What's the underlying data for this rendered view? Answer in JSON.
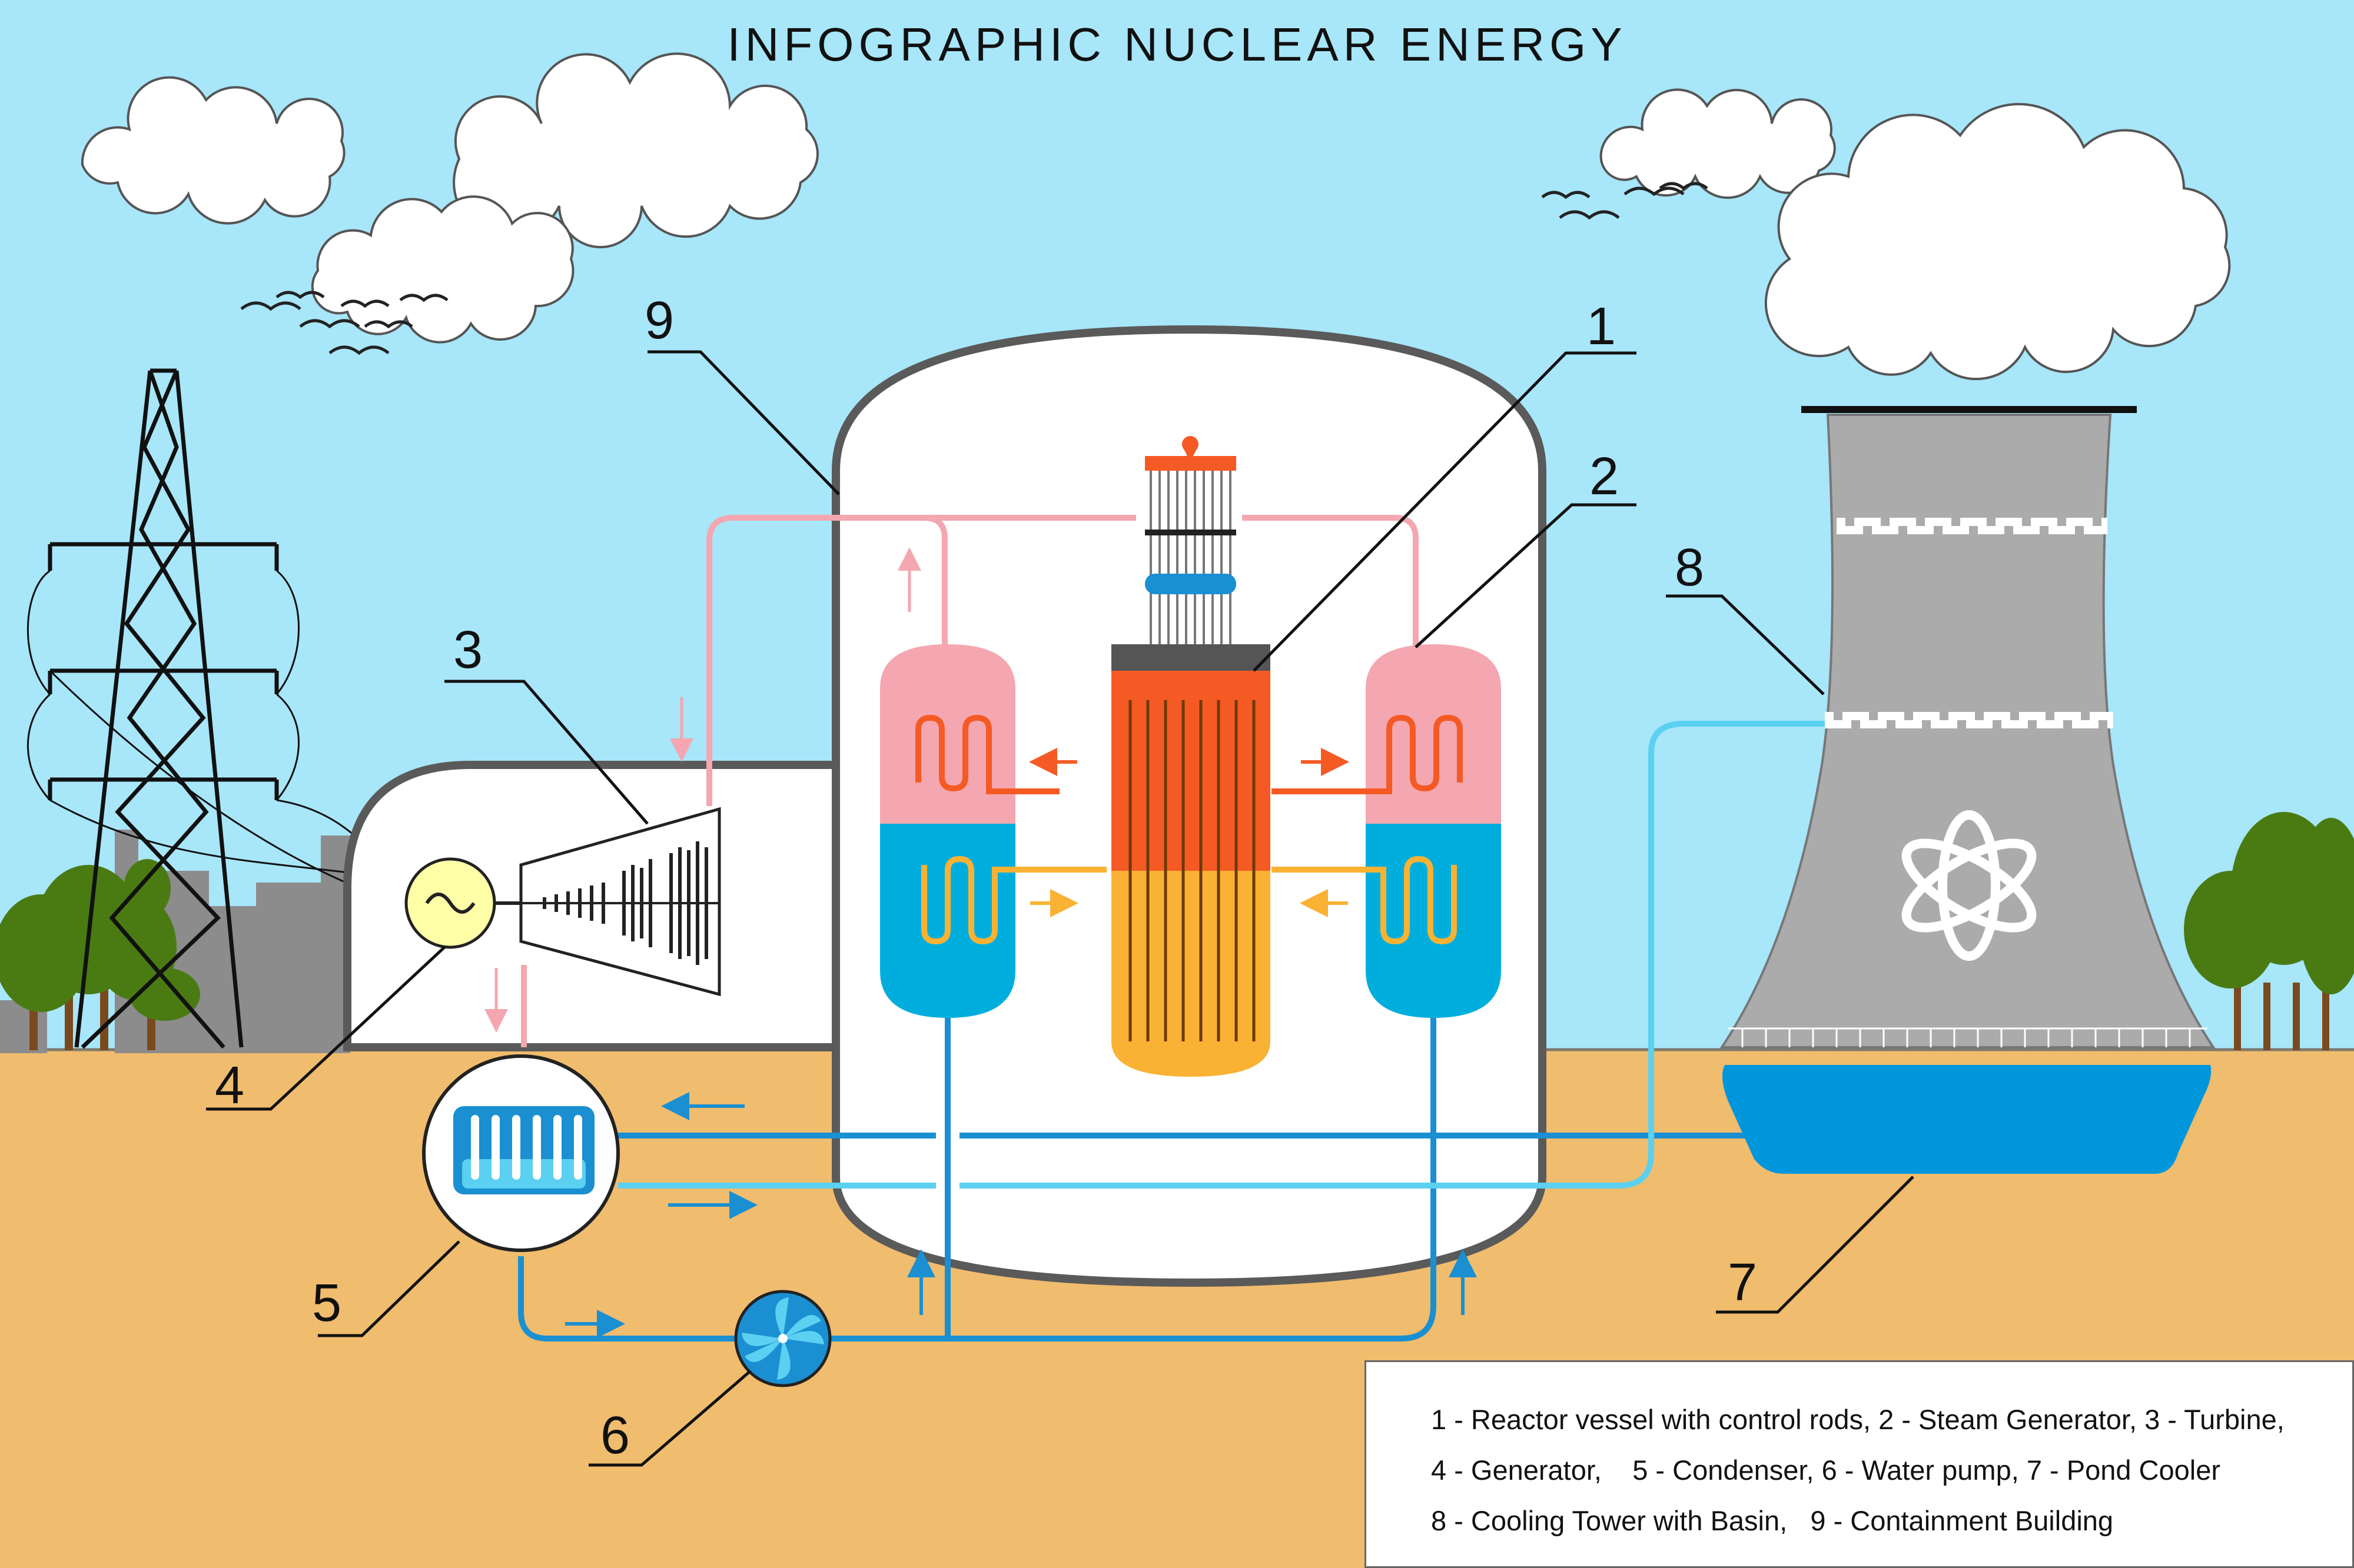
{
  "title": "INFOGRAPHIC NUCLEAR ENERGY",
  "callouts": {
    "n1": "1",
    "n2": "2",
    "n3": "3",
    "n4": "4",
    "n5": "5",
    "n6": "6",
    "n7": "7",
    "n8": "8",
    "n9": "9"
  },
  "legend": {
    "line1": "1 - Reactor vessel with control rods, 2 - Steam Generator, 3 - Turbine,",
    "line2": "4 - Generator,    5 - Condenser, 6 - Water pump, 7 - Pond Cooler",
    "line3": "8 - Cooling Tower with Basin,   9 - Containment Building"
  },
  "colors": {
    "sky": "#a8e6fa",
    "ground": "#f0bc6e",
    "steam": "#f4a7b0",
    "water": "#00aede",
    "hot": "#f55a24",
    "warm": "#f9b233",
    "cool_line": "#5bd0f0",
    "pipe": "#1a8fd1",
    "tower": "#ababab",
    "tree": "#4a7b12"
  },
  "icons": [
    "cloud-icon",
    "bird-icon",
    "pylon-icon",
    "tree-icon",
    "generator-icon",
    "turbine-icon",
    "pump-icon",
    "radiation-logo-icon"
  ]
}
